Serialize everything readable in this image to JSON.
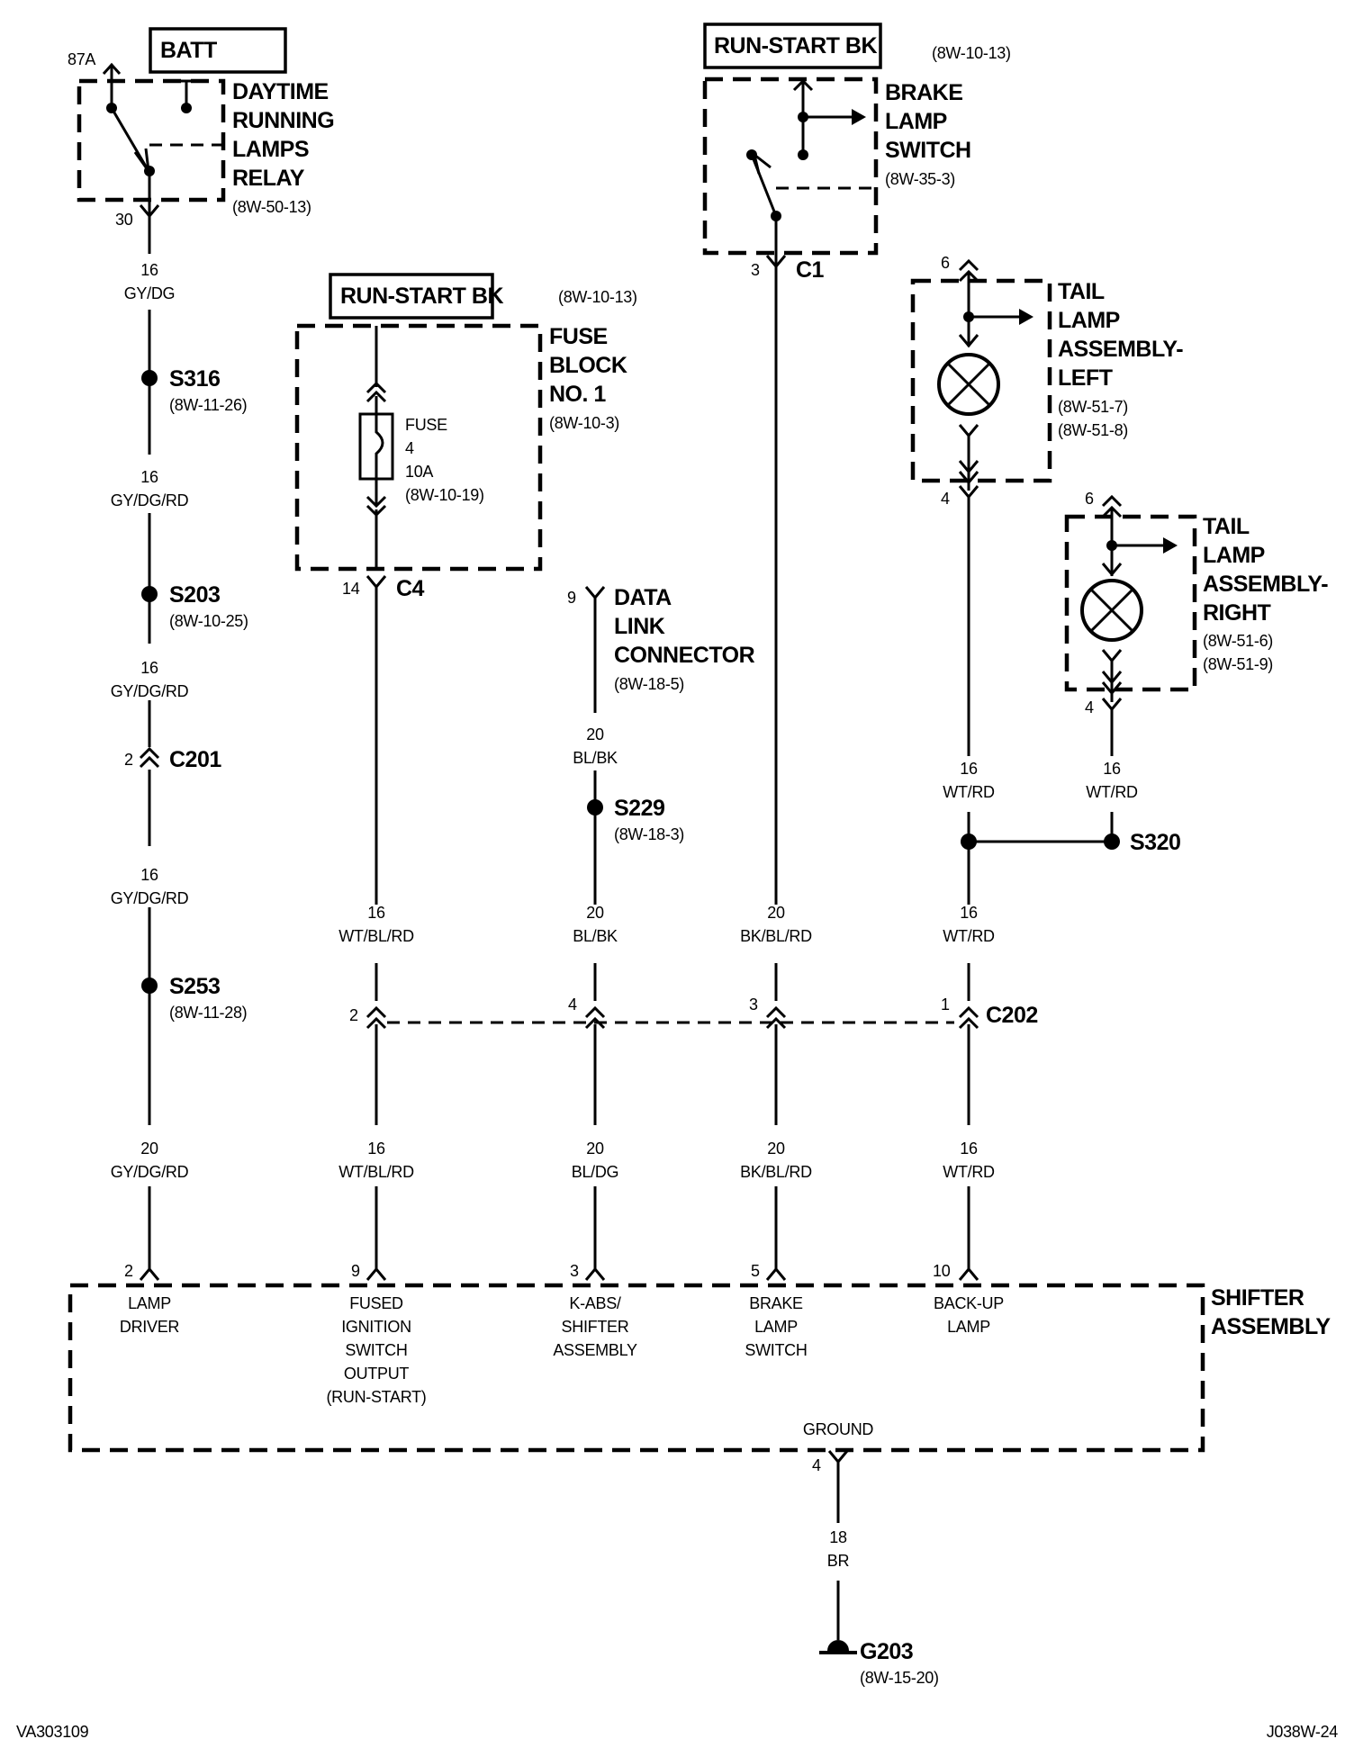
{
  "components": {
    "drl_relay": {
      "name": [
        "DAYTIME",
        "RUNNING",
        "LAMPS",
        "RELAY"
      ],
      "ref": "(8W-50-13)",
      "pin_top": "87A",
      "pin_bottom": "30"
    },
    "brake_lamp_switch": {
      "name": [
        "BRAKE",
        "LAMP",
        "SWITCH"
      ],
      "ref": "(8W-35-3)",
      "pin": "3",
      "connector": "C1"
    },
    "fuse_block": {
      "name": [
        "FUSE",
        "BLOCK",
        "NO. 1"
      ],
      "ref": "(8W-10-3)",
      "fuse_lines": [
        "FUSE",
        "4",
        "10A",
        "(8W-10-19)"
      ],
      "pin": "14",
      "connector": "C4"
    },
    "data_link_connector": {
      "name": [
        "DATA",
        "LINK",
        "CONNECTOR"
      ],
      "ref": "(8W-18-5)",
      "pin": "9"
    },
    "tail_lamp_left": {
      "name": [
        "TAIL",
        "LAMP",
        "ASSEMBLY-",
        "LEFT"
      ],
      "refs": [
        "(8W-51-7)",
        "(8W-51-8)"
      ],
      "pin_top": "6",
      "pin_bottom": "4"
    },
    "tail_lamp_right": {
      "name": [
        "TAIL",
        "LAMP",
        "ASSEMBLY-",
        "RIGHT"
      ],
      "refs": [
        "(8W-51-6)",
        "(8W-51-9)"
      ],
      "pin_top": "6",
      "pin_bottom": "4"
    },
    "shifter_assembly": {
      "name": [
        "SHIFTER",
        "ASSEMBLY"
      ],
      "pins": [
        {
          "pin": "2",
          "label": [
            "LAMP",
            "DRIVER"
          ]
        },
        {
          "pin": "9",
          "label": [
            "FUSED",
            "IGNITION",
            "SWITCH",
            "OUTPUT",
            "(RUN-START)"
          ]
        },
        {
          "pin": "3",
          "label": [
            "K-ABS/",
            "SHIFTER",
            "ASSEMBLY"
          ]
        },
        {
          "pin": "5",
          "label": [
            "BRAKE",
            "LAMP",
            "SWITCH"
          ]
        },
        {
          "pin": "10",
          "label": [
            "BACK-UP",
            "LAMP"
          ]
        }
      ],
      "ground_label": "GROUND",
      "ground_pin": "4"
    }
  },
  "power_sources": {
    "batt": "BATT",
    "run_start_fuse": {
      "label": "RUN-START BK",
      "ref": "(8W-10-13)"
    },
    "run_start_brake": {
      "label": "RUN-START BK",
      "ref": "(8W-10-13)"
    }
  },
  "splices": {
    "s316": {
      "id": "S316",
      "ref": "(8W-11-26)"
    },
    "s203": {
      "id": "S203",
      "ref": "(8W-10-25)"
    },
    "s253": {
      "id": "S253",
      "ref": "(8W-11-28)"
    },
    "s229": {
      "id": "S229",
      "ref": "(8W-18-3)"
    },
    "s320": {
      "id": "S320"
    }
  },
  "connectors": {
    "c201": {
      "id": "C201",
      "pin": "2"
    },
    "c202": {
      "id": "C202",
      "pins": [
        "2",
        "4",
        "3",
        "1"
      ]
    }
  },
  "wires": {
    "a1": {
      "gauge": "16",
      "color": "GY/DG"
    },
    "a2": {
      "gauge": "16",
      "color": "GY/DG/RD"
    },
    "a3": {
      "gauge": "16",
      "color": "GY/DG/RD"
    },
    "a4": {
      "gauge": "16",
      "color": "GY/DG/RD"
    },
    "a5": {
      "gauge": "20",
      "color": "GY/DG/RD"
    },
    "b1": {
      "gauge": "16",
      "color": "WT/BL/RD"
    },
    "b2": {
      "gauge": "16",
      "color": "WT/BL/RD"
    },
    "c1": {
      "gauge": "20",
      "color": "BL/BK"
    },
    "c2": {
      "gauge": "20",
      "color": "BL/BK"
    },
    "c3": {
      "gauge": "20",
      "color": "BL/DG"
    },
    "d1": {
      "gauge": "20",
      "color": "BK/BL/RD"
    },
    "d2": {
      "gauge": "20",
      "color": "BK/BL/RD"
    },
    "e1": {
      "gauge": "16",
      "color": "WT/RD"
    },
    "e2": {
      "gauge": "16",
      "color": "WT/RD"
    },
    "e3": {
      "gauge": "16",
      "color": "WT/RD"
    },
    "f1": {
      "gauge": "16",
      "color": "WT/RD"
    },
    "g1": {
      "gauge": "18",
      "color": "BR"
    }
  },
  "ground": {
    "id": "G203",
    "ref": "(8W-15-20)"
  },
  "footer": {
    "left": "VA303109",
    "right": "J038W-24"
  }
}
